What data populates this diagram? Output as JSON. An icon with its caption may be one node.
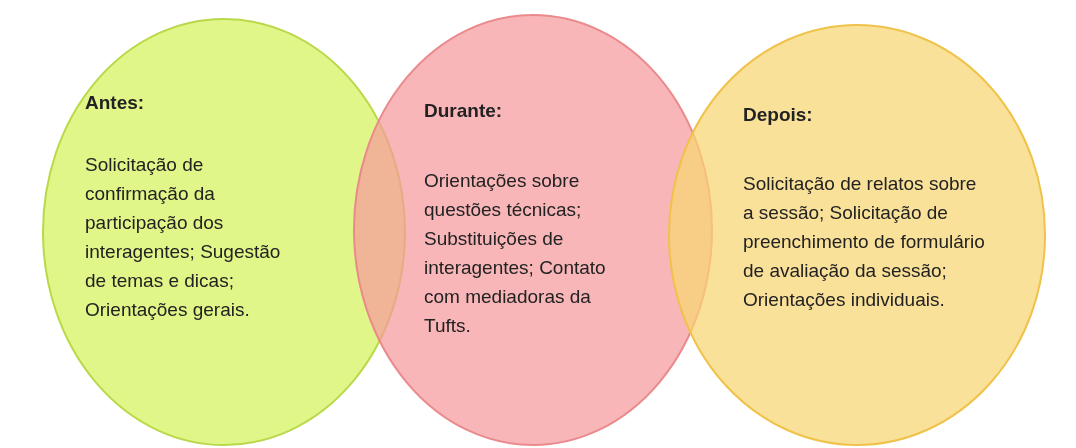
{
  "diagram": {
    "nodes": [
      {
        "text": [
          "Antes:",
          "Solicitação de confirmação da participação dos interagentes; Sugestão de temas e dicas; Orientações gerais."
        ]
      },
      {
        "text": [
          "Durante:",
          "Orientações sobre questões técnicas; Substituições de interagentes; Contato com mediadoras da Tufts."
        ]
      },
      {
        "text": [
          "Depois:",
          "Solicitação de relatos sobre a sessão; Solicitação de preenchimento de formulário de avaliação da sessão; Orientações individuais."
        ]
      }
    ]
  }
}
